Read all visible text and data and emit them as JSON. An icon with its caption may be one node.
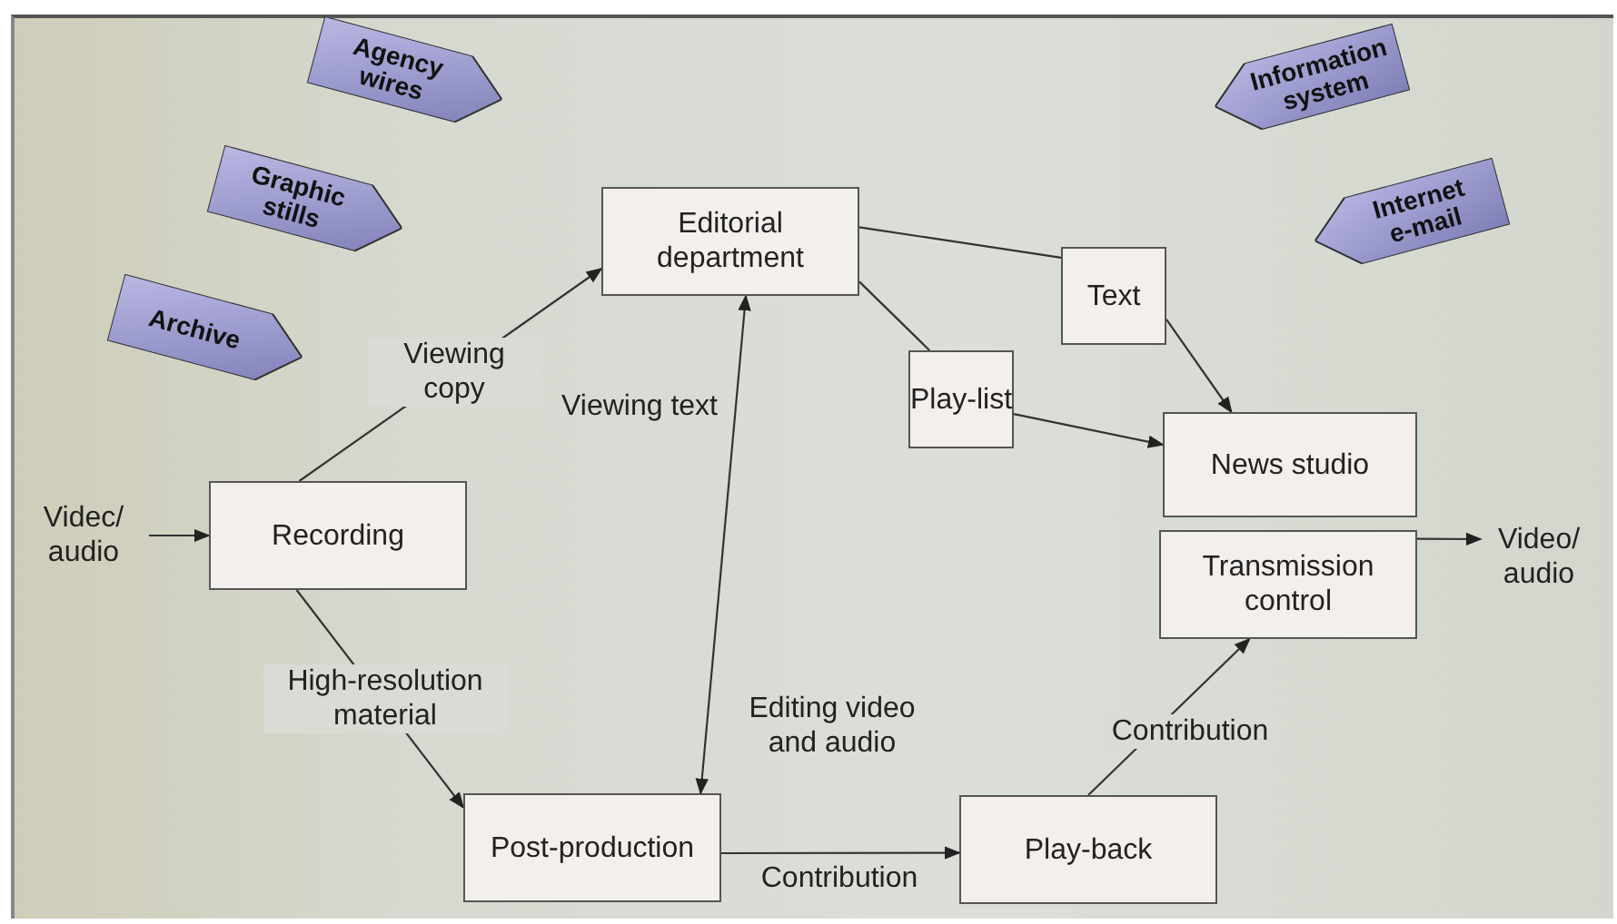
{
  "diagram": {
    "nodes": [
      {
        "text": [
          "Agency wires"
        ]
      },
      {
        "text": [
          "Graphic stills"
        ]
      },
      {
        "text": [
          "Archive"
        ]
      },
      {
        "text": [
          "Information system"
        ]
      },
      {
        "text": [
          "Internet e-mail"
        ]
      },
      {
        "text": [
          "Editorial department"
        ]
      },
      {
        "text": [
          "Text"
        ]
      },
      {
        "text": [
          "Play-list"
        ]
      },
      {
        "text": [
          "News studio"
        ]
      },
      {
        "text": [
          "Videc/ audio"
        ]
      },
      {
        "text": [
          "Recording"
        ]
      },
      {
        "text": [
          "Transmission control"
        ]
      },
      {
        "text": [
          "Video/ audio"
        ]
      },
      {
        "text": [
          "Post-production"
        ]
      },
      {
        "text": [
          "Play-back"
        ]
      }
    ],
    "edges": [
      {
        "from": 9,
        "to": 10,
        "arrow": "to"
      },
      {
        "from": 10,
        "to": 5,
        "arrow": "to",
        "label": "Viewing copy"
      },
      {
        "from": 5,
        "to": 6,
        "arrow": "none"
      },
      {
        "from": 5,
        "to": 7,
        "arrow": "none"
      },
      {
        "from": 6,
        "to": 8,
        "arrow": "to"
      },
      {
        "from": 7,
        "to": 8,
        "arrow": "to"
      },
      {
        "from": 5,
        "to": 13,
        "arrow": "both",
        "label": "Viewing text"
      },
      {
        "from": 10,
        "to": 13,
        "arrow": "to",
        "label": "High-resolution material"
      },
      {
        "from": 13,
        "to": 14,
        "arrow": "to",
        "label": "Contribution"
      },
      {
        "from": 14,
        "to": 11,
        "arrow": "to",
        "label": "Contribution"
      },
      {
        "from": 11,
        "to": 12,
        "arrow": "to"
      }
    ],
    "labels": [
      "Editing video and audio"
    ]
  }
}
